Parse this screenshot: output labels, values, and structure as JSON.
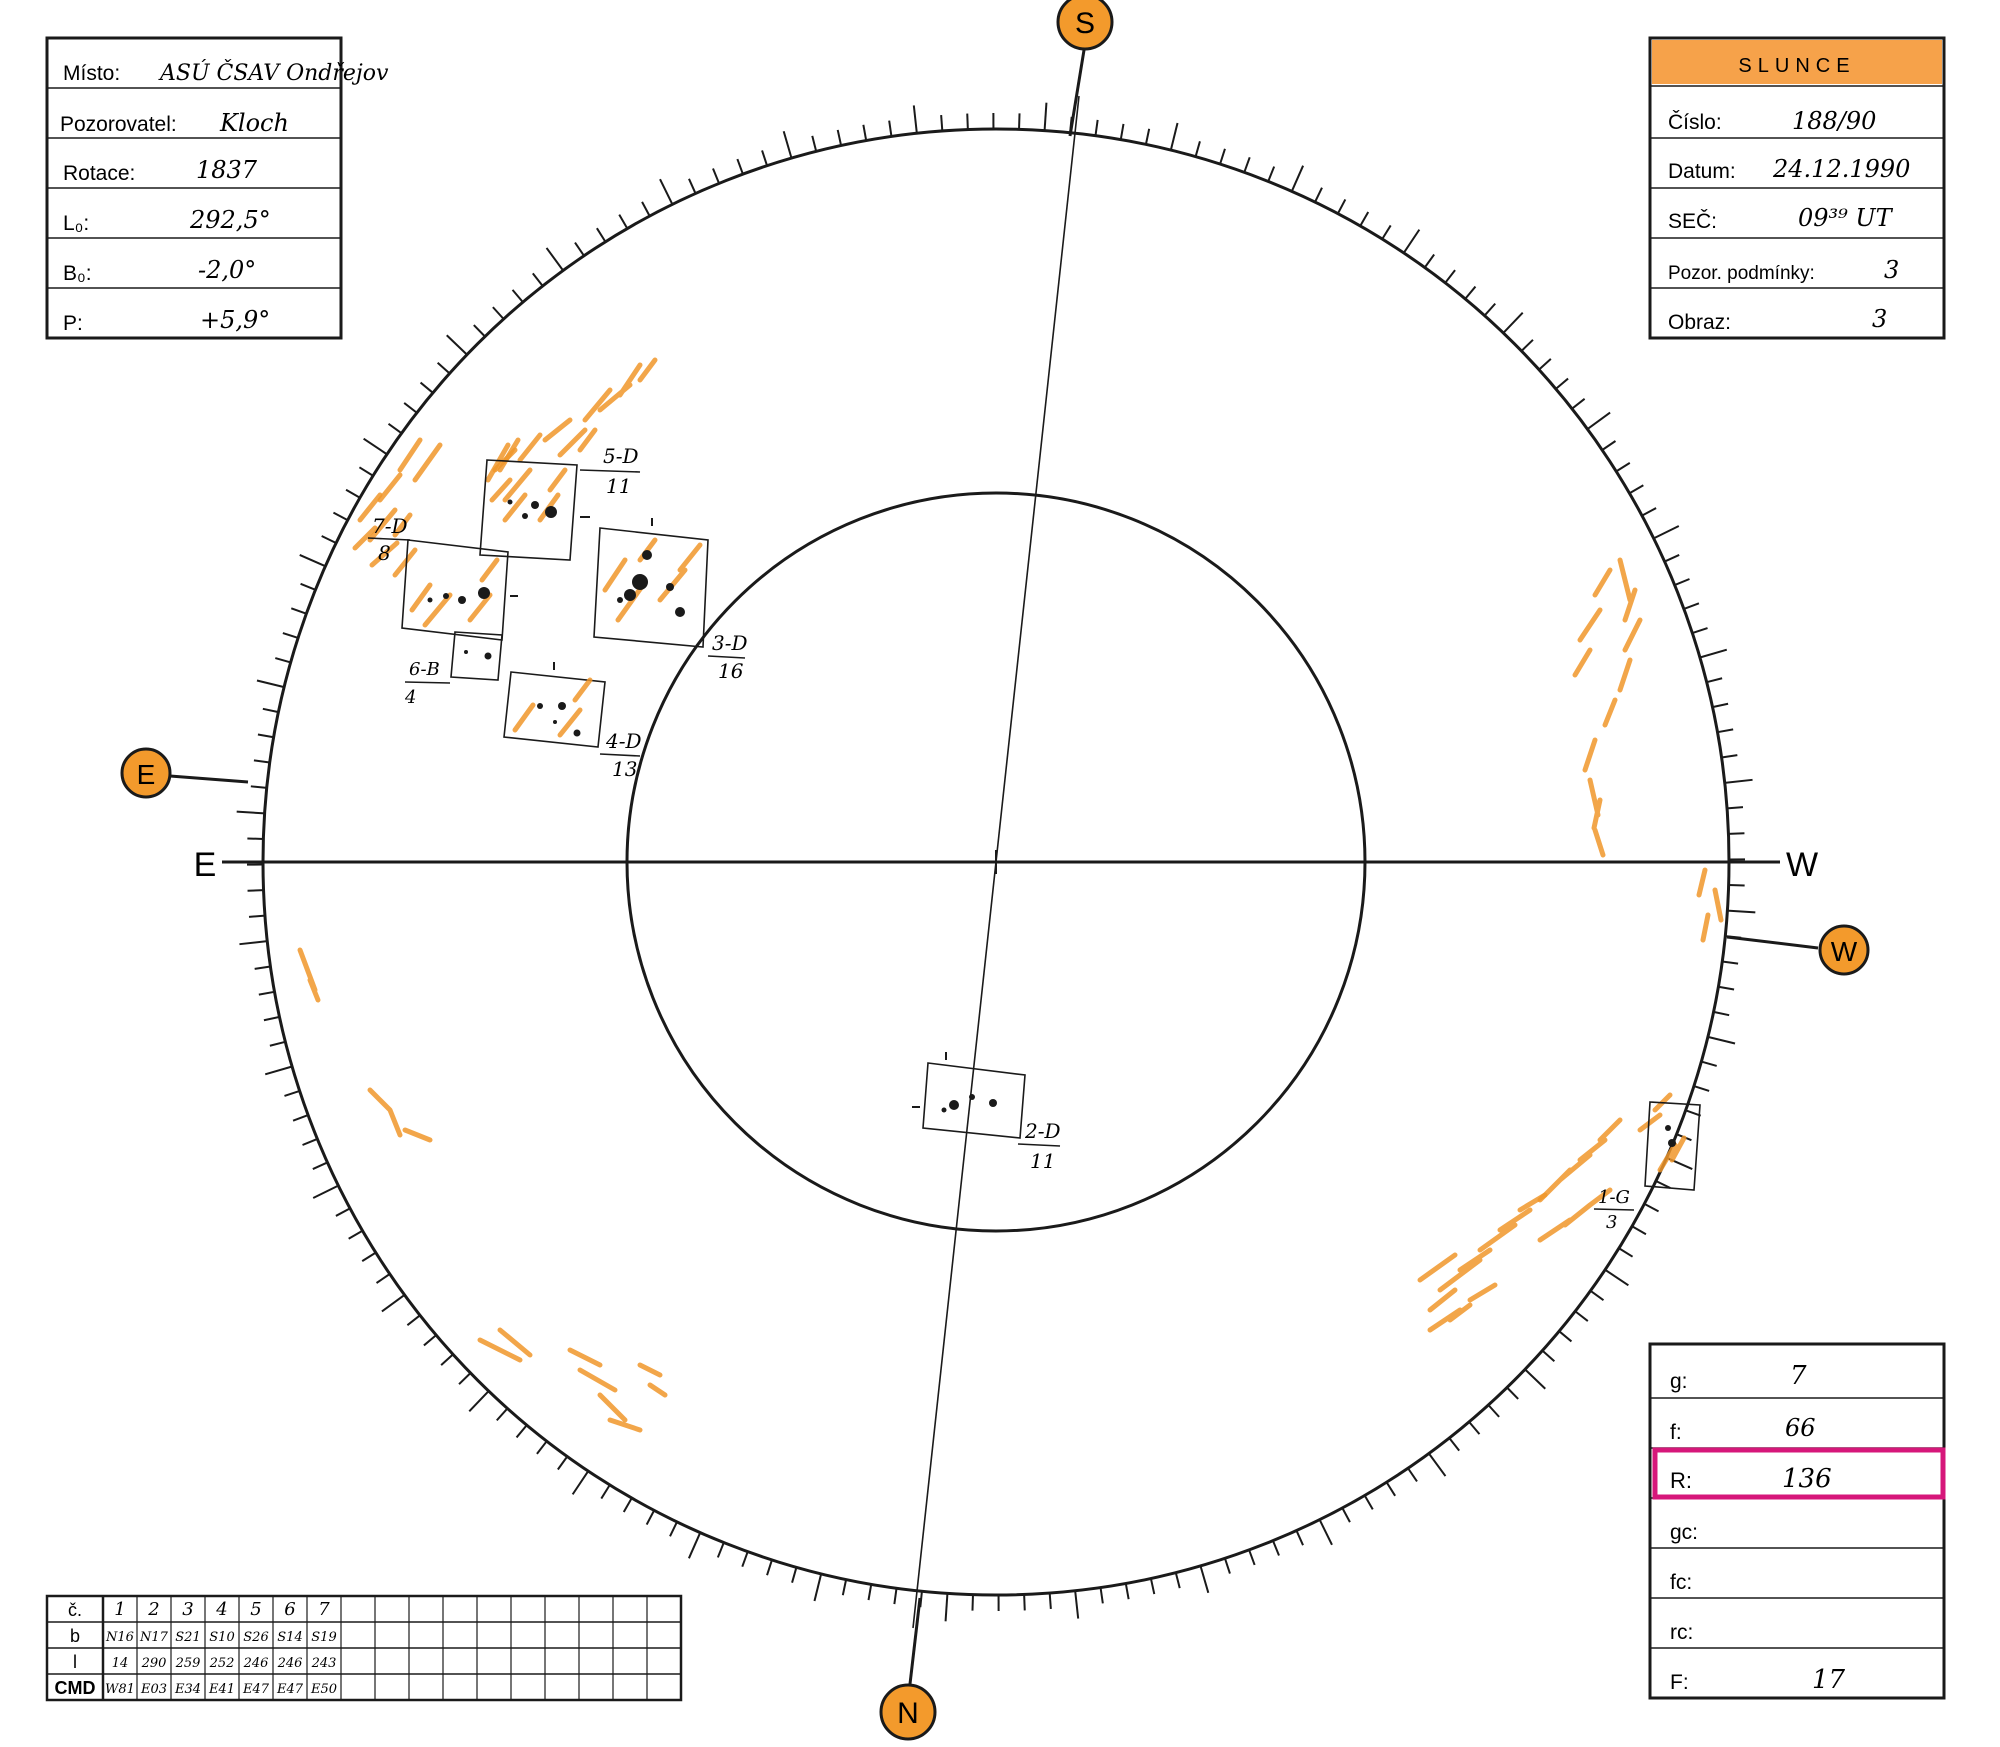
{
  "colors": {
    "ink": "#1a1a1a",
    "orange": "#f39a2c",
    "magenta": "#d6177a",
    "header_fill": "#f6a24a"
  },
  "left_box": {
    "rows": [
      {
        "label": "Místo:",
        "value": "ASÚ ČSAV Ondřejov"
      },
      {
        "label": "Pozorovatel:",
        "value": "Kloch"
      },
      {
        "label": "Rotace:",
        "value": "1837"
      },
      {
        "label": "L₀:",
        "value": "292,5°"
      },
      {
        "label": "B₀:",
        "value": "-2,0°"
      },
      {
        "label": "P:",
        "value": "+5,9°"
      }
    ]
  },
  "right_box": {
    "title": "SLUNCE",
    "rows": [
      {
        "label": "Číslo:",
        "value": "188/90"
      },
      {
        "label": "Datum:",
        "value": "24.12.1990"
      },
      {
        "label": "SEČ:",
        "value": "09³⁹ UT"
      },
      {
        "label": "Pozor. podmínky:",
        "value": "3"
      },
      {
        "label": "Obraz:",
        "value": "3"
      }
    ]
  },
  "stats_box": {
    "rows": [
      {
        "label": "g:",
        "value": "7"
      },
      {
        "label": "f:",
        "value": "66"
      },
      {
        "label": "R:",
        "value": "136"
      },
      {
        "label": "gc:",
        "value": ""
      },
      {
        "label": "fc:",
        "value": ""
      },
      {
        "label": "rc:",
        "value": ""
      },
      {
        "label": "F:",
        "value": "17"
      }
    ],
    "highlight_label": "R:"
  },
  "compass": {
    "top_badge": "S",
    "bottom_badge": "N",
    "left_badge": "E",
    "right_badge": "W",
    "left_letter": "E",
    "right_letter": "W"
  },
  "groups": [
    {
      "name": "5-D",
      "count": "11"
    },
    {
      "name": "7-D",
      "count": "8"
    },
    {
      "name": "3-D",
      "count": "16"
    },
    {
      "name": "6-B",
      "count": "4"
    },
    {
      "name": "4-D",
      "count": "13"
    },
    {
      "name": "2-D",
      "count": "11"
    },
    {
      "name": "1-G",
      "count": "3"
    }
  ],
  "group_table": {
    "row_labels": [
      "č.",
      "b",
      "l",
      "CMD"
    ],
    "columns": [
      {
        "n": "1",
        "b": "N16",
        "l": "14",
        "cmd": "W81"
      },
      {
        "n": "2",
        "b": "N17",
        "l": "290",
        "cmd": "E03"
      },
      {
        "n": "3",
        "b": "S21",
        "l": "259",
        "cmd": "E34"
      },
      {
        "n": "4",
        "b": "S10",
        "l": "252",
        "cmd": "E41"
      },
      {
        "n": "5",
        "b": "S26",
        "l": "246",
        "cmd": "E47"
      },
      {
        "n": "6",
        "b": "S14",
        "l": "246",
        "cmd": "E47"
      },
      {
        "n": "7",
        "b": "S19",
        "l": "243",
        "cmd": "E50"
      }
    ],
    "empty_columns": 10
  }
}
